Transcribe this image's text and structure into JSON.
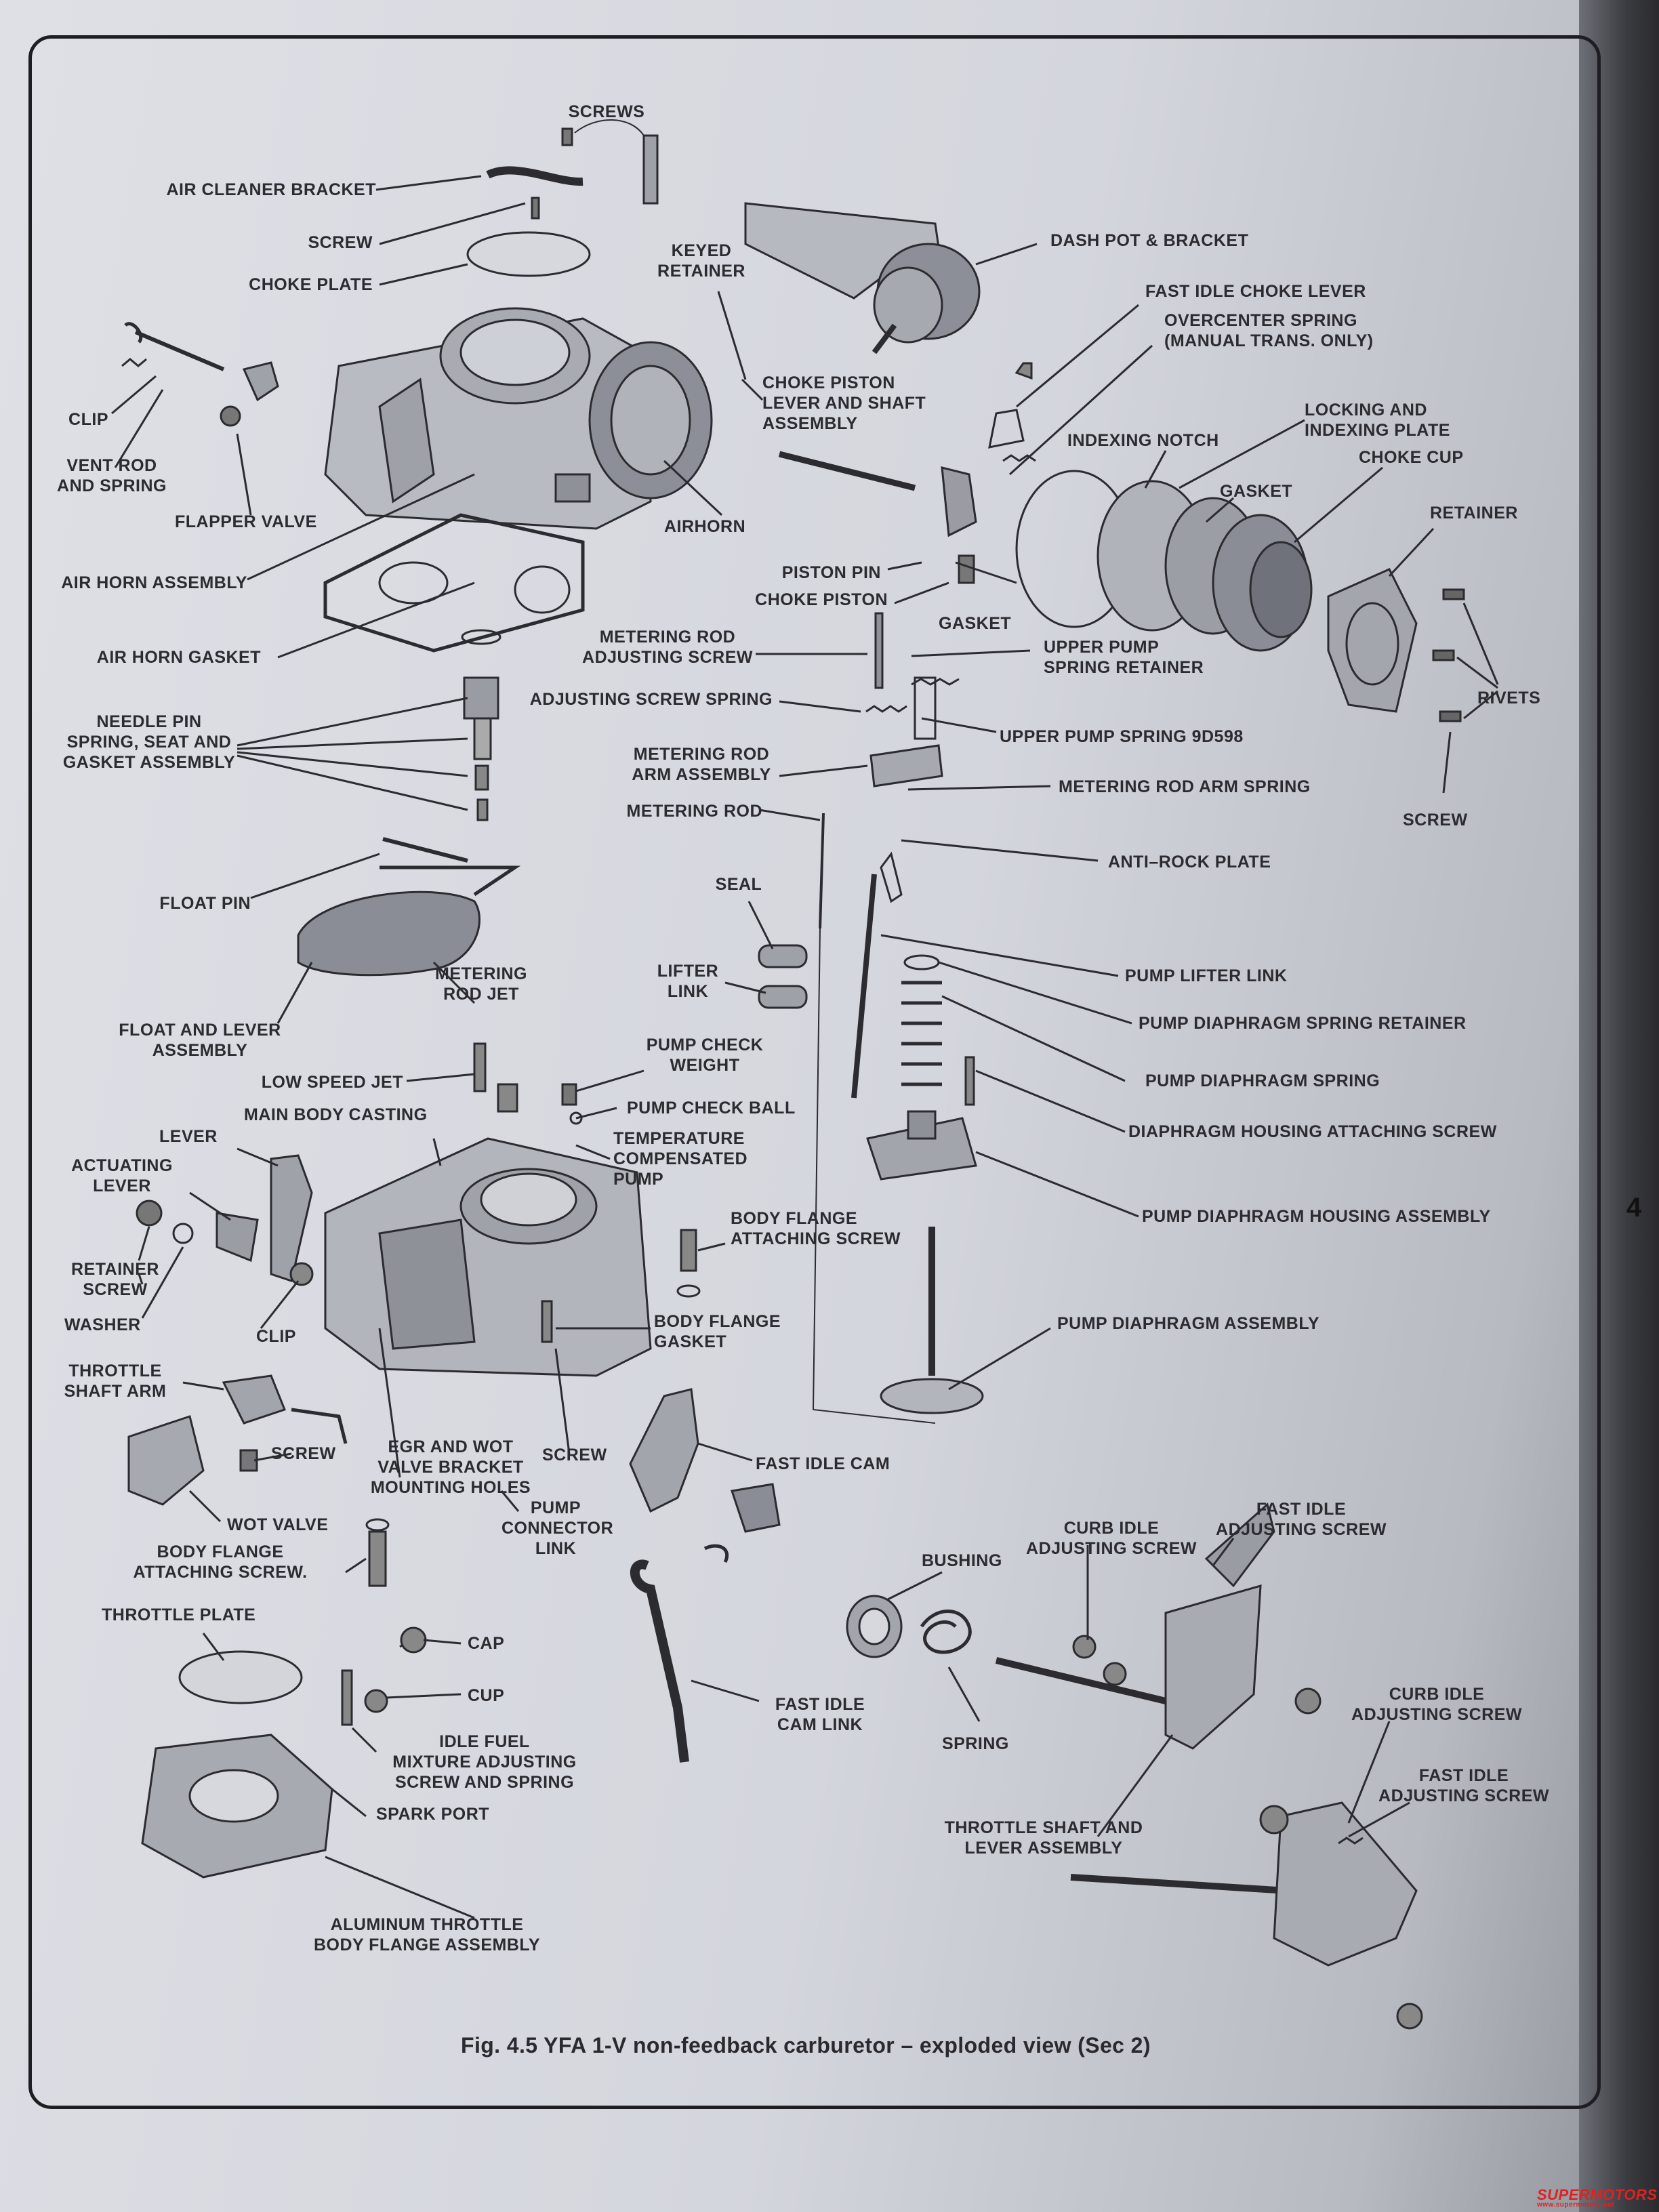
{
  "figure": {
    "caption": "Fig. 4.5 YFA 1-V non-feedback carburetor – exploded view (Sec 2)",
    "page_number_edge": "4"
  },
  "watermark": {
    "brand": "SUPERMOTORS",
    "url": "www.supermotors.net"
  },
  "labels": [
    {
      "id": "screws",
      "text": "SCREWS"
    },
    {
      "id": "air-cleaner-bracket",
      "text": "AIR CLEANER BRACKET"
    },
    {
      "id": "screw-top",
      "text": "SCREW"
    },
    {
      "id": "choke-plate",
      "text": "CHOKE PLATE"
    },
    {
      "id": "keyed-retainer",
      "text": "KEYED\nRETAINER"
    },
    {
      "id": "dash-pot-bracket",
      "text": "DASH POT & BRACKET"
    },
    {
      "id": "fast-idle-choke-lever",
      "text": "FAST IDLE CHOKE LEVER"
    },
    {
      "id": "overcenter-spring",
      "text": "OVERCENTER SPRING\n(MANUAL TRANS. ONLY)"
    },
    {
      "id": "clip-top",
      "text": "CLIP"
    },
    {
      "id": "vent-rod-spring",
      "text": "VENT ROD\nAND SPRING"
    },
    {
      "id": "flapper-valve",
      "text": "FLAPPER VALVE"
    },
    {
      "id": "choke-piston-lever",
      "text": "CHOKE PISTON\nLEVER AND SHAFT\nASSEMBLY"
    },
    {
      "id": "locking-indexing-plate",
      "text": "LOCKING AND\nINDEXING PLATE"
    },
    {
      "id": "indexing-notch",
      "text": "INDEXING NOTCH"
    },
    {
      "id": "choke-cup",
      "text": "CHOKE CUP"
    },
    {
      "id": "gasket-choke",
      "text": "GASKET"
    },
    {
      "id": "airhorn",
      "text": "AIRHORN"
    },
    {
      "id": "retainer-right",
      "text": "RETAINER"
    },
    {
      "id": "air-horn-assembly",
      "text": "AIR HORN ASSEMBLY"
    },
    {
      "id": "piston-pin",
      "text": "PISTON PIN"
    },
    {
      "id": "choke-piston",
      "text": "CHOKE PISTON"
    },
    {
      "id": "gasket-piston",
      "text": "GASKET"
    },
    {
      "id": "metering-rod-adjusting-screw",
      "text": "METERING ROD\nADJUSTING SCREW"
    },
    {
      "id": "upper-pump-spring-retainer",
      "text": "UPPER PUMP\nSPRING RETAINER"
    },
    {
      "id": "air-horn-gasket",
      "text": "AIR HORN GASKET"
    },
    {
      "id": "rivets",
      "text": "RIVETS"
    },
    {
      "id": "adjusting-screw-spring",
      "text": "ADJUSTING SCREW  SPRING"
    },
    {
      "id": "needle-pin",
      "text": "NEEDLE PIN\nSPRING, SEAT AND\nGASKET ASSEMBLY"
    },
    {
      "id": "upper-pump-spring",
      "text": "UPPER PUMP SPRING 9D598"
    },
    {
      "id": "metering-rod-arm-assembly",
      "text": "METERING ROD\nARM ASSEMBLY"
    },
    {
      "id": "metering-rod-arm-spring",
      "text": "METERING ROD  ARM SPRING"
    },
    {
      "id": "metering-rod",
      "text": "METERING ROD"
    },
    {
      "id": "screw-right",
      "text": "SCREW"
    },
    {
      "id": "anti-rock-plate",
      "text": "ANTI–ROCK PLATE"
    },
    {
      "id": "float-pin",
      "text": "FLOAT PIN"
    },
    {
      "id": "seal",
      "text": "SEAL"
    },
    {
      "id": "lifter-link",
      "text": "LIFTER\nLINK"
    },
    {
      "id": "pump-lifter-link",
      "text": "PUMP LIFTER LINK"
    },
    {
      "id": "metering-rod-jet",
      "text": "METERING\nROD JET"
    },
    {
      "id": "pump-diaphragm-spring-retainer",
      "text": "PUMP DIAPHRAGM SPRING RETAINER"
    },
    {
      "id": "float-lever-assembly",
      "text": "FLOAT AND LEVER\nASSEMBLY"
    },
    {
      "id": "pump-check-weight",
      "text": "PUMP CHECK\nWEIGHT"
    },
    {
      "id": "pump-diaphragm-spring",
      "text": "PUMP DIAPHRAGM SPRING"
    },
    {
      "id": "low-speed-jet",
      "text": "LOW SPEED JET"
    },
    {
      "id": "pump-check-ball",
      "text": "PUMP CHECK BALL"
    },
    {
      "id": "main-body-casting",
      "text": "MAIN BODY CASTING"
    },
    {
      "id": "diaphragm-housing-screw",
      "text": "DIAPHRAGM HOUSING ATTACHING SCREW"
    },
    {
      "id": "lever",
      "text": "LEVER"
    },
    {
      "id": "temperature-compensated-pump",
      "text": "TEMPERATURE\nCOMPENSATED\nPUMP"
    },
    {
      "id": "actuating-lever",
      "text": "ACTUATING\nLEVER"
    },
    {
      "id": "pump-diaphragm-housing-assembly",
      "text": "PUMP DIAPHRAGM HOUSING ASSEMBLY"
    },
    {
      "id": "body-flange-attaching-screw-upper",
      "text": "BODY FLANGE\nATTACHING SCREW"
    },
    {
      "id": "retainer-screw",
      "text": "RETAINER\nSCREW"
    },
    {
      "id": "washer",
      "text": "WASHER"
    },
    {
      "id": "clip-mid",
      "text": "CLIP"
    },
    {
      "id": "body-flange-gasket",
      "text": "BODY FLANGE\nGASKET"
    },
    {
      "id": "pump-diaphragm-assembly",
      "text": "PUMP DIAPHRAGM ASSEMBLY"
    },
    {
      "id": "throttle-shaft-arm",
      "text": "THROTTLE\nSHAFT ARM"
    },
    {
      "id": "screw-throttle",
      "text": "SCREW"
    },
    {
      "id": "egr-wot-holes",
      "text": "EGR AND WOT\nVALVE BRACKET\nMOUNTING HOLES"
    },
    {
      "id": "screw-egr",
      "text": "SCREW"
    },
    {
      "id": "fast-idle-cam",
      "text": "FAST IDLE CAM"
    },
    {
      "id": "wot-valve",
      "text": "WOT VALVE"
    },
    {
      "id": "pump-connector-link",
      "text": "PUMP\nCONNECTOR\nLINK"
    },
    {
      "id": "body-flange-attaching-screw-lower",
      "text": "BODY FLANGE\nATTACHING SCREW."
    },
    {
      "id": "curb-idle-adjusting-screw-1",
      "text": "CURB IDLE\nADJUSTING SCREW"
    },
    {
      "id": "fast-idle-adjusting-screw-1",
      "text": "FAST IDLE\nADJUSTING SCREW"
    },
    {
      "id": "bushing",
      "text": "BUSHING"
    },
    {
      "id": "throttle-plate",
      "text": "THROTTLE PLATE"
    },
    {
      "id": "cap",
      "text": "CAP"
    },
    {
      "id": "cup",
      "text": "CUP"
    },
    {
      "id": "fast-idle-cam-link",
      "text": "FAST IDLE\nCAM LINK"
    },
    {
      "id": "curb-idle-adjusting-screw-2",
      "text": "CURB IDLE\nADJUSTING SCREW"
    },
    {
      "id": "idle-fuel-mixture",
      "text": "IDLE FUEL\nMIXTURE ADJUSTING\nSCREW AND SPRING"
    },
    {
      "id": "spring",
      "text": "SPRING"
    },
    {
      "id": "fast-idle-adjusting-screw-2",
      "text": "FAST IDLE\nADJUSTING SCREW"
    },
    {
      "id": "spark-port",
      "text": "SPARK PORT"
    },
    {
      "id": "throttle-shaft-lever-assembly",
      "text": "THROTTLE SHAFT AND\nLEVER ASSEMBLY"
    },
    {
      "id": "aluminum-throttle-body",
      "text": "ALUMINUM THROTTLE\nBODY FLANGE ASSEMBLY"
    }
  ],
  "colors": {
    "ink": "#2b2b30",
    "paper": "#dcdde3",
    "frame": "#1e1e22"
  }
}
